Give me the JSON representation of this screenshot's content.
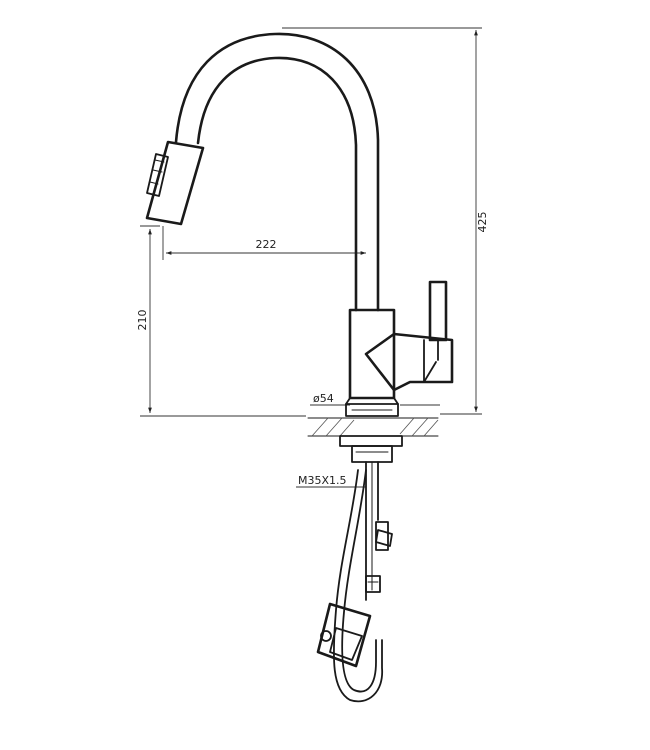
{
  "dimensions": {
    "height_total": "425",
    "spout_reach": "222",
    "spout_height": "210",
    "base_diameter": "ø54",
    "thread": "M35X1.5"
  }
}
